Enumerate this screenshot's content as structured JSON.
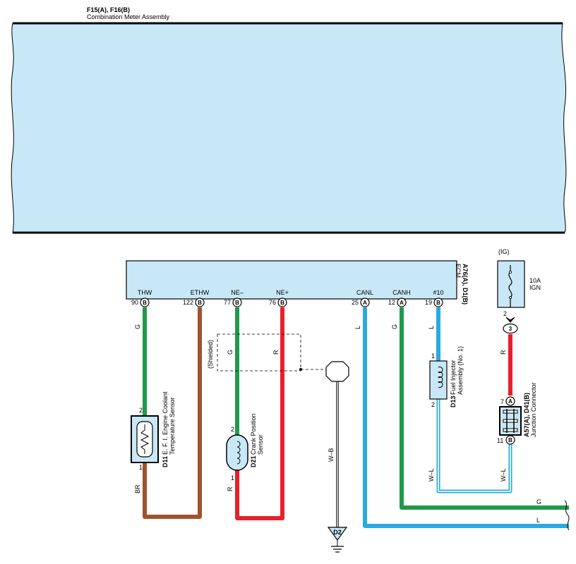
{
  "meter": {
    "code": "F15(A), F16(B)",
    "name": "Combination Meter Assembly"
  },
  "ecm": {
    "code": "A76(A), D1(B)",
    "name": "ECM",
    "terminals": [
      {
        "label": "THW",
        "pin": "90",
        "conn": "B"
      },
      {
        "label": "ETHW",
        "pin": "122",
        "conn": "B"
      },
      {
        "label": "NE–",
        "pin": "77",
        "conn": "B"
      },
      {
        "label": "NE+",
        "pin": "76",
        "conn": "B"
      },
      {
        "label": "CANL",
        "pin": "25",
        "conn": "A"
      },
      {
        "label": "CANH",
        "pin": "12",
        "conn": "A"
      },
      {
        "label": "#10",
        "pin": "19",
        "conn": "B"
      }
    ]
  },
  "fuse": {
    "group": "(IG)",
    "rating": "10A",
    "name": "IGN",
    "pin_top": "2",
    "pin_bottom": "3"
  },
  "wires": {
    "thw": "G",
    "thw_bottom": "BR",
    "ne_minus": "G",
    "ne_plus": "R",
    "ne_bottom": "R",
    "canl": "L",
    "canh": "G",
    "inj_top": "L",
    "inj_bottom": "W–L",
    "fuse_wire": "R",
    "jc_bottom": "W–L",
    "ground": "W–B",
    "out_g": "G",
    "out_l": "L"
  },
  "shield_label": "(Shielded)",
  "ground_code": "D2",
  "components": {
    "coolant": {
      "code": "D11",
      "line1": "E. F. I.  Engine Coolant",
      "line2": "Temperature Sensor",
      "pin_top": "2",
      "pin_bottom": "1"
    },
    "crank": {
      "code": "D21",
      "line1": "Crank Position",
      "line2": "Sensor",
      "pin_top": "2",
      "pin_bottom": "1"
    },
    "injector": {
      "code": "D13",
      "line1": "Fuel Injector",
      "line2": "Assembly (No. 1)",
      "pin_top": "1",
      "pin_bottom": "2"
    },
    "junction": {
      "code": "A57(A), D41(B)",
      "line1": "Junction Connector",
      "pin_top": "7",
      "conn_top": "A",
      "pin_bottom": "11",
      "conn_bottom": "B"
    }
  },
  "colors": {
    "box_fill": "#c8e8f8",
    "green": "#1f9a4a",
    "brown": "#a0522d",
    "red": "#e8202a",
    "blue": "#29aae1"
  }
}
